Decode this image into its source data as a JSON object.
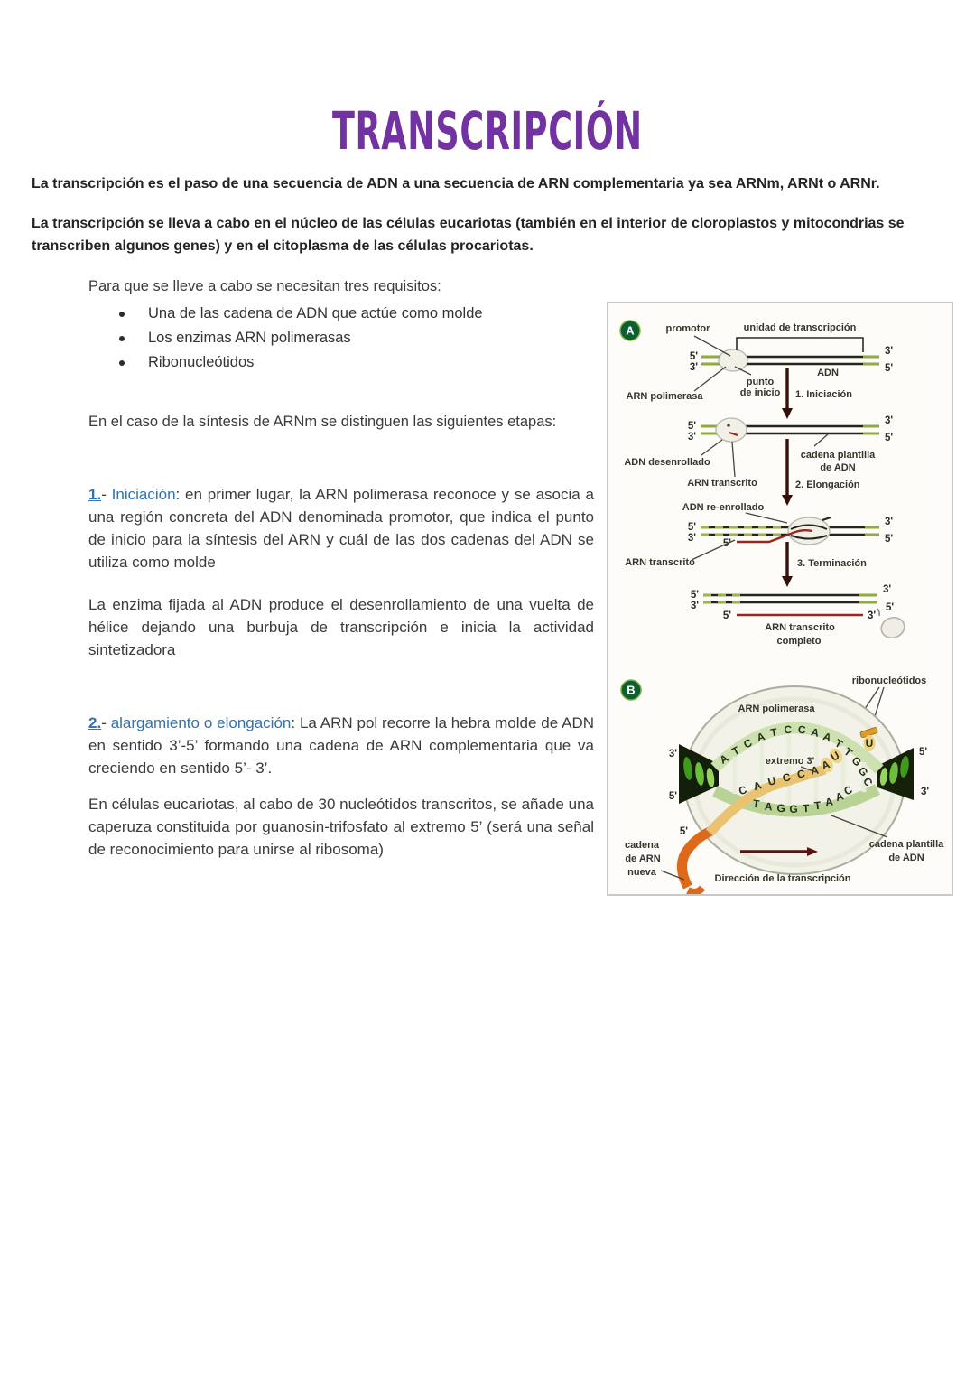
{
  "colors": {
    "title_purple": "#7232a2",
    "term_blue": "#2e74b5",
    "rna_red": "#992620",
    "dna_green": "#8fae35"
  },
  "title": "TRANSCRIPCIÓN",
  "intro": {
    "p1": "La transcripción es el paso de una secuencia de ADN a una secuencia de ARN complementaria ya sea ARNm, ARNt o ARNr.",
    "p2": "La transcripción se lleva a cabo en el núcleo de las células eucariotas (también en el interior de cloroplastos y mitocondrias se transcriben algunos genes)  y en el citoplasma de las células procariotas."
  },
  "requirements": {
    "lead": "Para que se lleve a cabo se necesitan tres requisitos:",
    "items": [
      "Una de  las cadena de ADN que actúe como molde",
      "Los enzimas ARN polimerasas",
      "Ribonucleótidos"
    ],
    "stages_lead": "En el caso de la síntesis de ARNm  se distinguen las siguientes etapas:"
  },
  "sections": [
    {
      "number": "1.",
      "dash": "- ",
      "term": "Iniciación",
      "colon": ":",
      "body": " en primer lugar, la ARN polimerasa reconoce y se asocia a una región concreta del ADN denominada promotor, que indica el punto de inicio para la síntesis del ARN y cuál de las dos cadenas del ADN se utiliza como molde",
      "extra": "La enzima fijada al ADN produce el desenrollamiento de una vuelta de hélice dejando una burbuja de transcripción e inicia la actividad sintetizadora"
    },
    {
      "number": "2.",
      "dash": "- ",
      "term": "alargamiento o elongación",
      "colon": ":",
      "body": " La ARN pol recorre la hebra molde de ADN en sentido 3’-5’ formando una cadena de ARN complementaria que va creciendo en sentido 5’- 3’.",
      "extra": " En células eucariotas, al cabo de 30 nucleótidos transcritos, se añade una caperuza constituida por guanosin-trifosfato al extremo 5’ (será una señal de reconocimiento para unirse al ribosoma)"
    }
  ],
  "figure": {
    "panel_a": {
      "badge": "A",
      "promotor": "promotor",
      "unidad": "unidad de transcripción",
      "adn": "ADN",
      "punto_1": "punto",
      "punto_2": "de inicio",
      "arn_polimerasa": "ARN polimerasa",
      "step1": "1. Iniciación",
      "adn_desenrollado": "ADN desenrollado",
      "arn_transcrito": "ARN transcrito",
      "plantilla_1": "cadena plantilla",
      "plantilla_2": "de ADN",
      "step2": "2. Elongación",
      "adn_reenrollado": "ADN re-enrollado",
      "arn_transcrito_2": "ARN transcrito",
      "step3": "3. Terminación",
      "completo_1": "ARN transcrito",
      "completo_2": "completo",
      "p5": "5'",
      "p3": "3'"
    },
    "panel_b": {
      "badge": "B",
      "ribonucleotidos": "ribonucleótidos",
      "arn_polimerasa": "ARN polimerasa",
      "extremo": "extremo 3'",
      "seq_top": [
        "A",
        "T",
        "C",
        "A",
        "T",
        "C",
        "C",
        "A",
        "A"
      ],
      "seq_right": [
        "T",
        "T",
        "G",
        "G",
        "C"
      ],
      "seq_rna": [
        "C",
        "A",
        "U",
        "C",
        "C",
        "A"
      ],
      "seq_tip": [
        "A",
        "U"
      ],
      "incoming": "U",
      "seq_template": [
        "T",
        "A",
        "G",
        "G",
        "T",
        "T",
        "A"
      ],
      "seq_template_right": [
        "A",
        "C"
      ],
      "cadena_arn_1": "cadena",
      "cadena_arn_2": "de ARN",
      "cadena_arn_3": "nueva",
      "direccion": "Dirección de la transcripción",
      "plantilla_1": "cadena plantilla",
      "plantilla_2": "de ADN",
      "p5": "5'",
      "p3": "3'"
    }
  }
}
